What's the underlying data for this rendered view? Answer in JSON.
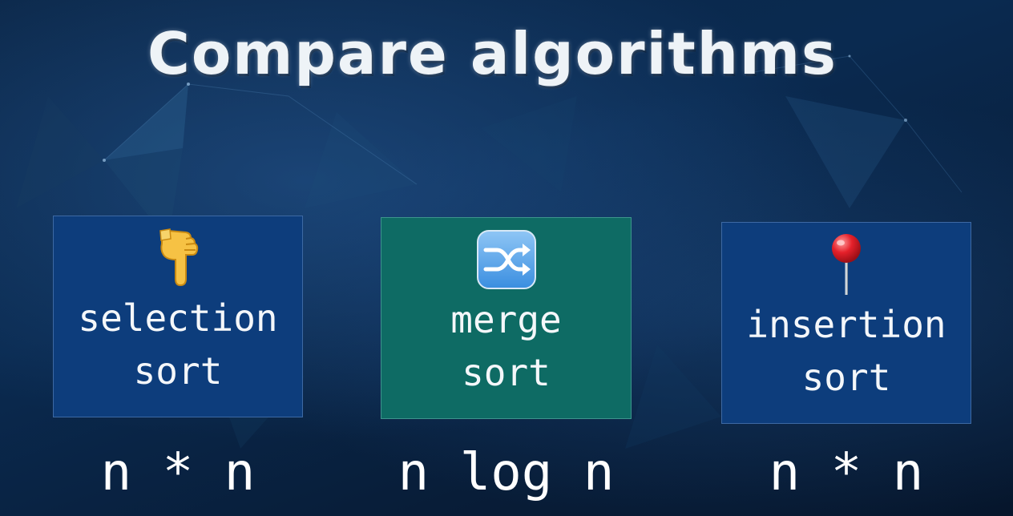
{
  "title": "Compare algorithms",
  "algorithms": [
    {
      "label_line1": "selection",
      "label_line2": "sort",
      "icon": "pointing-down-hand-icon",
      "complexity": "n * n",
      "card_color": "#0d3d7c"
    },
    {
      "label_line1": "merge",
      "label_line2": "sort",
      "icon": "shuffle-icon",
      "complexity": "n log n",
      "card_color": "#0e6b64"
    },
    {
      "label_line1": "insertion",
      "label_line2": "sort",
      "icon": "pushpin-icon",
      "complexity": "n * n",
      "card_color": "#0d3d7c"
    }
  ]
}
